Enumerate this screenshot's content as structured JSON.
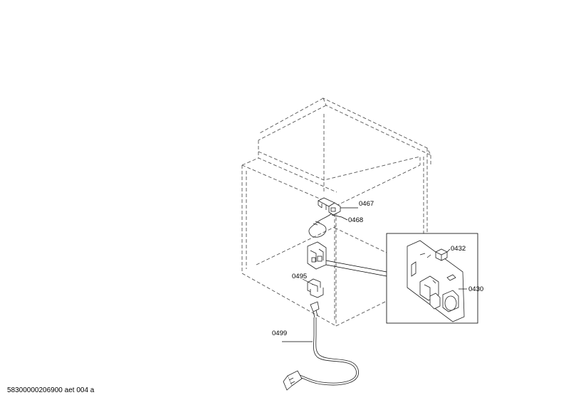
{
  "labels": {
    "p0467": "0467",
    "p0468": "0468",
    "p0432": "0432",
    "p0430": "0430",
    "p0495": "0495",
    "p0499": "0499"
  },
  "footer": "58300000206900 aet 004 a"
}
